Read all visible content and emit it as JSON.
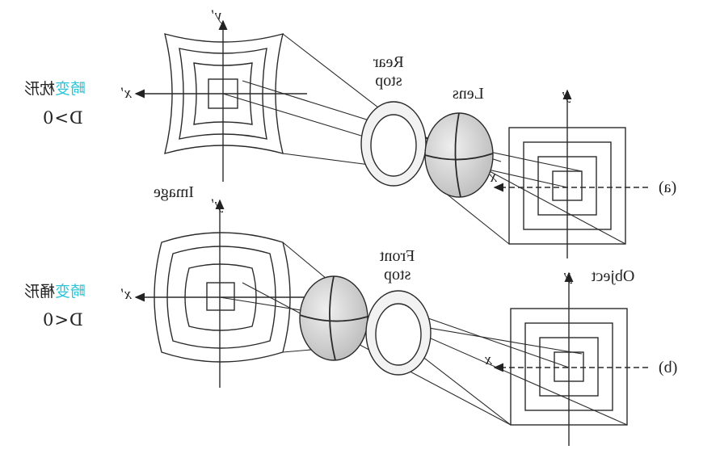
{
  "panel_a": {
    "tag": "(a)",
    "rear_stop_line1": "Rear",
    "rear_stop_line2": "stop",
    "lens_label": "Lens",
    "image_label": "Image",
    "distortion_type_prefix": "枕形",
    "distortion_type_highlight": "畸变",
    "condition": "D>0",
    "axis_object_y": "y",
    "axis_object_x": "x",
    "axis_image_y": "y'",
    "axis_image_x": "x'"
  },
  "panel_b": {
    "tag": "(b)",
    "front_stop_line1": "Front",
    "front_stop_line2": "stop",
    "object_label": "Object",
    "distortion_type_prefix": "桶形",
    "distortion_type_highlight": "畸变",
    "condition": "D<0",
    "axis_object_y": "y",
    "axis_object_x": "x",
    "axis_image_y": "y'",
    "axis_image_x": "x'"
  },
  "colors": {
    "line": "#2a2a2a",
    "highlight_text": "#2bc4d8",
    "lens_fill": "#d9d9d9",
    "ring_fill": "#f2f2f2"
  }
}
